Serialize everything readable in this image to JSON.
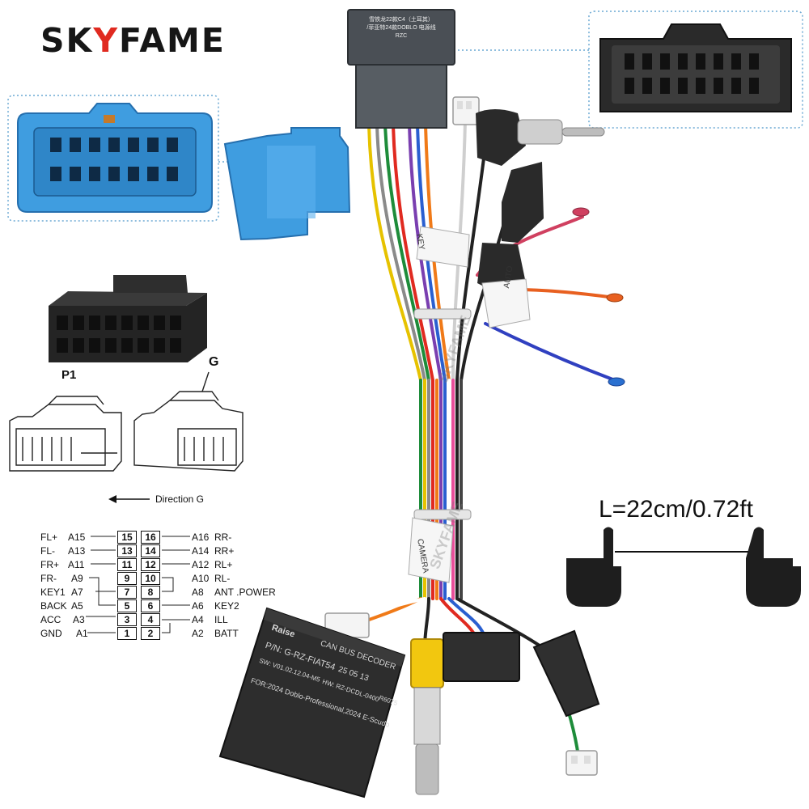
{
  "brand": {
    "prefix": "SK",
    "y": "Y",
    "suffix": "FAME"
  },
  "top_connector_label": {
    "line1": "雪铁龙22款C4（土耳其）",
    "line2": "/菲亚特24款DOBLO 电源线",
    "line3": "RZC"
  },
  "tags": {
    "key": "KEY",
    "auto": "AUTO",
    "camera": "CAMERA"
  },
  "watermark": "SKYFAME",
  "decoder_box": {
    "brand": "Raise",
    "title": "CAN BUS DECODER",
    "pn": "P/N: G-RZ-FIAT54",
    "sw": "SW: V01.02.12.04-M5",
    "hw": "HW: RZ-DCDL-0400",
    "date": "25 05 13",
    "code": "R6075",
    "for": "FOR:2024 Doblo-Professional,2024 E-Scudo"
  },
  "figure_labels": {
    "p1": "P1",
    "g": "G",
    "direction": "Direction G"
  },
  "length_label": "L=22cm/0.72ft",
  "pinout": {
    "left": [
      {
        "name": "FL+",
        "code": "A15",
        "pin": "15"
      },
      {
        "name": "FL-",
        "code": "A13",
        "pin": "13"
      },
      {
        "name": "FR+",
        "code": "A11",
        "pin": "11"
      },
      {
        "name": "FR-",
        "code": "A9",
        "pin": "9"
      },
      {
        "name": "KEY1",
        "code": "A7",
        "pin": "7"
      },
      {
        "name": "BACK",
        "code": "A5",
        "pin": "5"
      },
      {
        "name": "ACC",
        "code": "A3",
        "pin": "3"
      },
      {
        "name": "GND",
        "code": "A1",
        "pin": "1"
      }
    ],
    "right": [
      {
        "name": "RR-",
        "code": "A16",
        "pin": "16"
      },
      {
        "name": "RR+",
        "code": "A14",
        "pin": "14"
      },
      {
        "name": "RL+",
        "code": "A12",
        "pin": "12"
      },
      {
        "name": "RL-",
        "code": "A10",
        "pin": "10"
      },
      {
        "name": "ANT .POWER",
        "code": "A8",
        "pin": "8"
      },
      {
        "name": "KEY2",
        "code": "A6",
        "pin": "6"
      },
      {
        "name": "ILL",
        "code": "A4",
        "pin": "4"
      },
      {
        "name": "BATT",
        "code": "A2",
        "pin": "2"
      }
    ]
  },
  "colors": {
    "brand_text": "#161616",
    "brand_accent": "#e02a20",
    "blue_connector": "#3f9de0",
    "dark_connector": "#3a3a3a",
    "decoder_box": "#2d2d2d",
    "rca_yellow": "#f2c70f",
    "callout_border": "#6aa8d3"
  }
}
